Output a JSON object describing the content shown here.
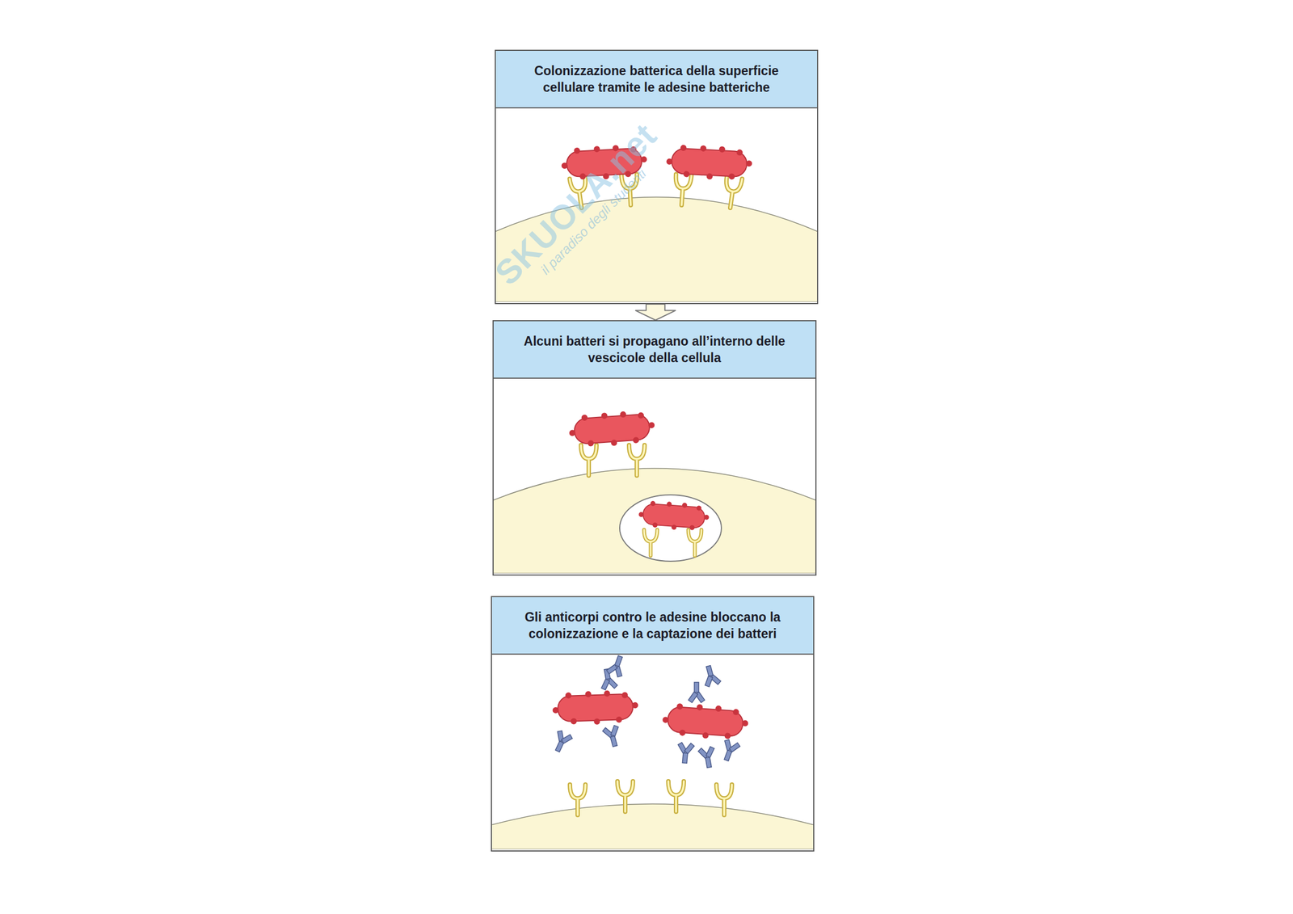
{
  "diagram": {
    "nodes": [
      {
        "text": [
          "Colonizzazione batterica della superficie cellulare tramite le adesine batteriche"
        ]
      },
      {
        "text": [
          "Alcuni batteri si propagano all’interno delle vescicole della cellula"
        ]
      },
      {
        "text": [
          "Gli anticorpi contro le adesine bloccano la colonizzazione e la captazione dei batteri"
        ]
      }
    ],
    "edges": [
      {
        "from": 0,
        "to": 1,
        "arrow": "to"
      }
    ],
    "labels": [
      "SKUOLA.net",
      "il paradiso degli studenti"
    ]
  }
}
